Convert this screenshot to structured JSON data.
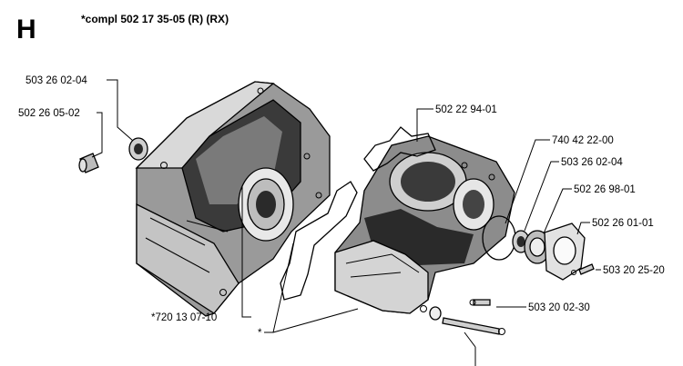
{
  "header": {
    "section_letter": "H",
    "assembly_note": "*compl 502 17 35-05 (R) (RX)"
  },
  "callouts": [
    {
      "id": "c1",
      "text": "503 26 02-04"
    },
    {
      "id": "c2",
      "text": "502 26 05-02"
    },
    {
      "id": "c3",
      "text": "502 22 94-01"
    },
    {
      "id": "c4",
      "text": "740 42 22-00"
    },
    {
      "id": "c5",
      "text": "503 26 02-04"
    },
    {
      "id": "c6",
      "text": "502 26 98-01"
    },
    {
      "id": "c7",
      "text": "502 26 01-01"
    },
    {
      "id": "c8",
      "text": "503 20 25-20"
    },
    {
      "id": "c9",
      "text": "503 20 02-30"
    },
    {
      "id": "c10",
      "text": "*720 13 07-10"
    },
    {
      "id": "c11",
      "text": "*"
    }
  ],
  "colors": {
    "line": "#000000",
    "shade_dark": "#2a2a2a",
    "shade_mid": "#8a8a8a",
    "shade_light": "#d6d6d6",
    "paper": "#ffffff"
  }
}
